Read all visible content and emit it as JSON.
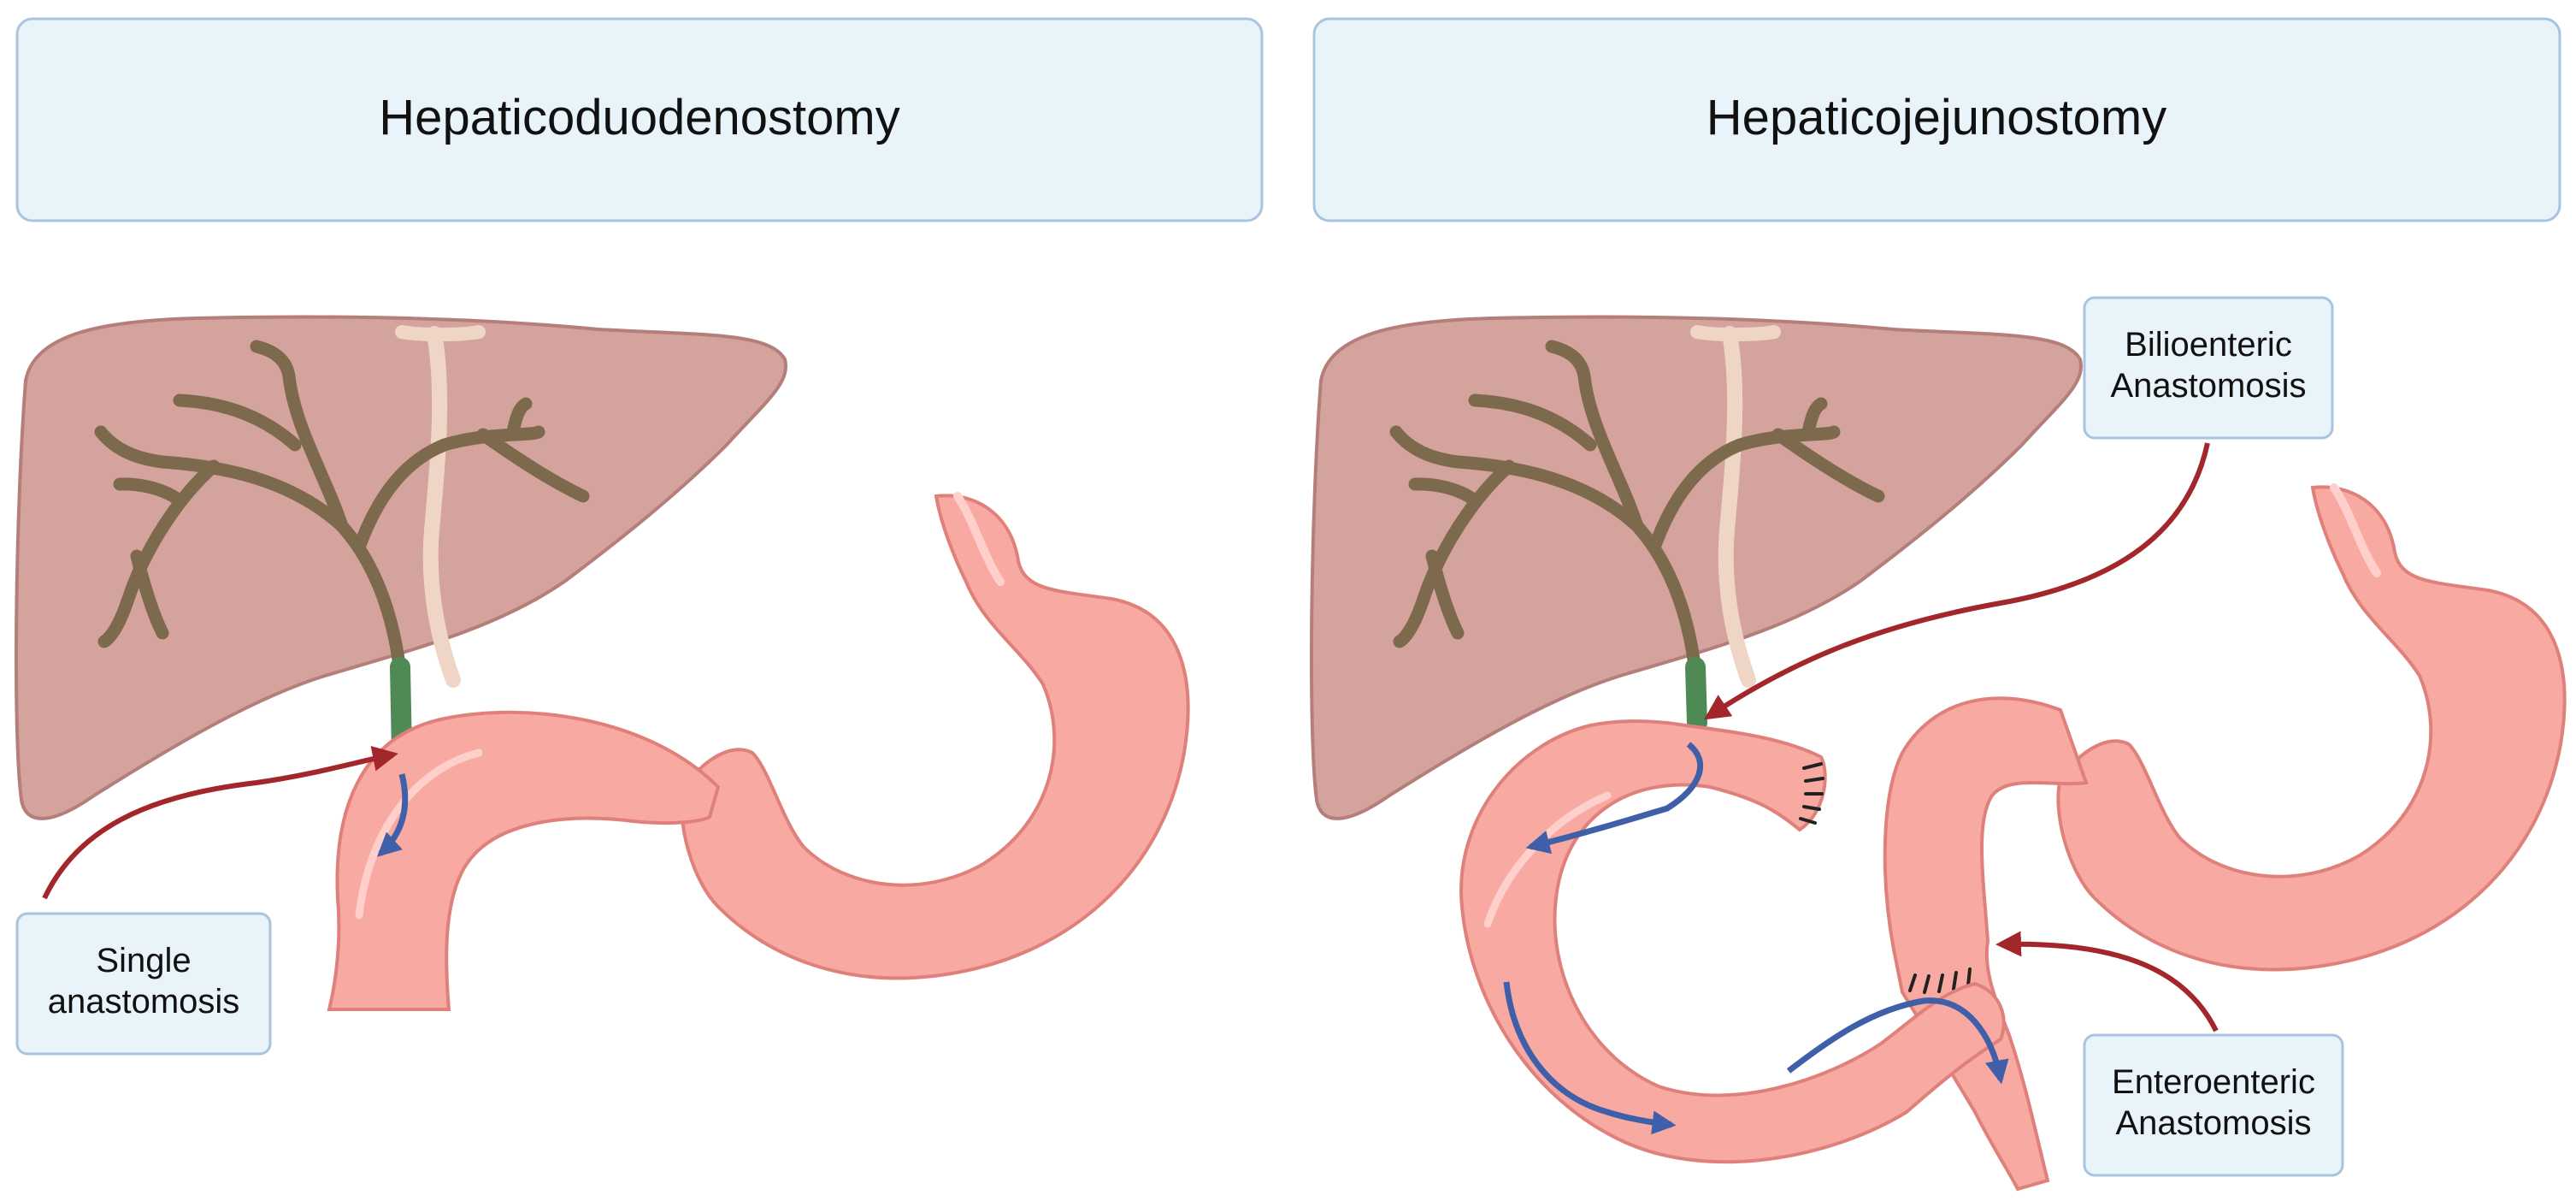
{
  "panels": {
    "left": {
      "title": "Hepaticoduodenostomy",
      "label_lines": [
        "Single",
        "anastomosis"
      ]
    },
    "right": {
      "title": "Hepaticojejunostomy",
      "labels": {
        "biliary": [
          "Bilioenteric",
          "Anastomosis"
        ],
        "enteric": [
          "Enteroenteric",
          "Anastomosis"
        ]
      }
    }
  },
  "colors": {
    "header_fill": "#e9f3fa",
    "header_stroke": "#a9c4de",
    "liver": "#d4a39e",
    "liver_dark": "#b47f7a",
    "bile_duct": "#7d6a4d",
    "anastomosis_green": "#4f8a55",
    "stomach": "#f7a9a2",
    "stomach_dark": "#e0807a",
    "pointer_arrow": "#a3262a",
    "flow_arrow": "#3f5fa8"
  },
  "icons": [
    "liver-illustration",
    "stomach-illustration",
    "intestine-loop-illustration"
  ]
}
